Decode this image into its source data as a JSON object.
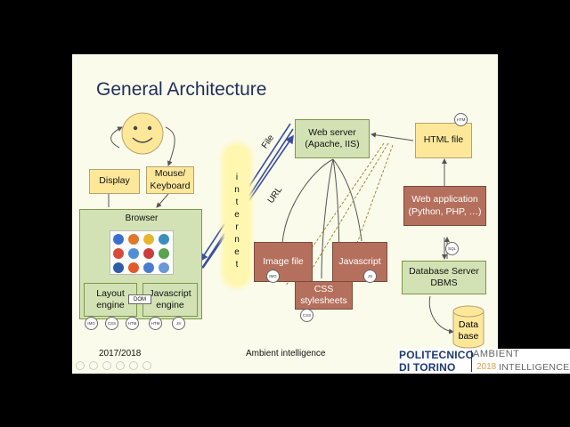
{
  "slide": {
    "title": "General Architecture",
    "footer_year": "2017/2018",
    "footer_center": "Ambient intelligence"
  },
  "boxes": {
    "display": "Display",
    "mouse_keyboard_1": "Mouse/",
    "mouse_keyboard_2": "Keyboard",
    "browser": "Browser",
    "layout_engine_1": "Layout",
    "layout_engine_2": "engine",
    "js_engine_1": "Javascript",
    "js_engine_2": "engine",
    "dom": "DOM",
    "internet_letters": [
      "i",
      "n",
      "t",
      "e",
      "r",
      "n",
      "e",
      "t"
    ],
    "web_server_1": "Web server",
    "web_server_2": "(Apache, IIS)",
    "html_file": "HTML file",
    "web_app_1": "Web application",
    "web_app_2": "(Python, PHP, …)",
    "db_server_1": "Database Server",
    "db_server_2": "DBMS",
    "database_1": "Data",
    "database_2": "base",
    "image_file": "Image file",
    "javascript": "Javascript",
    "css_1": "CSS",
    "css_2": "stylesheets"
  },
  "arrows": {
    "file": "File",
    "url": "URL"
  },
  "tags": {
    "img": "IMG",
    "css": "CSS",
    "htm": "HTM",
    "js": "JS",
    "sql": "SQL"
  },
  "logo": {
    "line1": "POLITECNICO",
    "line2": "DI TORINO",
    "ambient": "AMBIENT",
    "intelligence": "INTELLIGENCE",
    "year": "2018"
  },
  "colors": {
    "yellow": "#fde89a",
    "green": "#d3e2b4",
    "brown": "#b5705d",
    "polito_blue": "#1f3a73"
  }
}
